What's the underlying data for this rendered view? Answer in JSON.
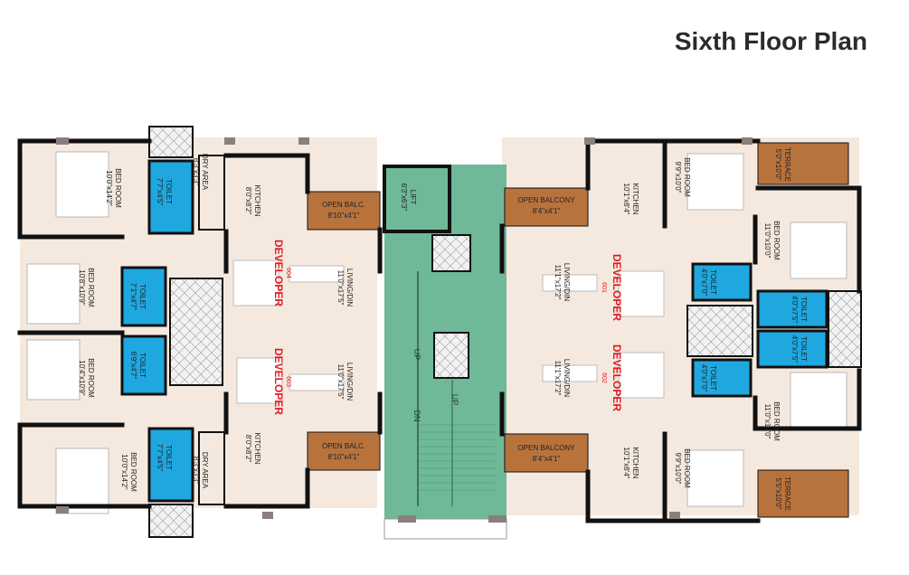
{
  "title": "Sixth Floor Plan",
  "colors": {
    "room_floor": "#f5e9df",
    "toilet": "#1fa8e0",
    "balcony": "#b8733d",
    "stair_core": "#6fb898",
    "wall": "#111111",
    "developer_text": "#e11b22"
  },
  "units": {
    "u604": {
      "developer": "DEVELOPER",
      "no": "604",
      "living": "LIVING/DIN",
      "living_dim": "11'0\"x17'5\""
    },
    "u603": {
      "developer": "DEVELOPER",
      "no": "603",
      "living": "LIVING/DIN",
      "living_dim": "11'0\"x17'5\""
    },
    "u601": {
      "developer": "DEVELOPER",
      "no": "601",
      "living": "LIVING/DIN",
      "living_dim": "11'1\"x17'2\""
    },
    "u602": {
      "developer": "DEVELOPER",
      "no": "602",
      "living": "LIVING/DIN",
      "living_dim": "11'1\"x17'2\""
    }
  },
  "rooms": {
    "bed_tl": {
      "name": "BED ROOM",
      "dim": "10'0\"x14'2\""
    },
    "toilet_tl": {
      "name": "TOILET",
      "dim": "7'7\"x4'5\""
    },
    "dry_tl": {
      "name": "DRY AREA",
      "dim": "8'3\"x3'3\""
    },
    "kitchen_tl": {
      "name": "KITCHEN",
      "dim": "8'0\"x8'2\""
    },
    "balc_tl": {
      "name": "OPEN BALC.",
      "dim": "8'10\"x4'1\""
    },
    "bed_ml": {
      "name": "BED ROOM",
      "dim": "10'8\"x10'9\""
    },
    "toilet_ml": {
      "name": "TOILET",
      "dim": "7'1\"x4'7\""
    },
    "bed_ml2": {
      "name": "BED ROOM",
      "dim": "10'4\"x10'9\""
    },
    "toilet_ml2": {
      "name": "TOILET",
      "dim": "6'9\"x4'7\""
    },
    "bed_bl": {
      "name": "BED ROOM",
      "dim": "10'0\"x14'2\""
    },
    "toilet_bl": {
      "name": "TOILET",
      "dim": "7'7\"x4'5\""
    },
    "dry_bl": {
      "name": "DRY AREA",
      "dim": "8'3\"x3'3\""
    },
    "kitchen_bl": {
      "name": "KITCHEN",
      "dim": "8'0\"x8'2\""
    },
    "balc_bl": {
      "name": "OPEN BALC.",
      "dim": "8'10\"x4'1\""
    },
    "lift": {
      "name": "LIFT",
      "dim": "6'3\"x6'3\""
    },
    "balc_tr": {
      "name": "OPEN BALCONY",
      "dim": "8'4\"x4'1\""
    },
    "kitchen_tr": {
      "name": "KITCHEN",
      "dim": "10'1\"x8'4\""
    },
    "bed_tr": {
      "name": "BED ROOM",
      "dim": "9'9\"x10'0\""
    },
    "terrace_tr": {
      "name": "TERRACE",
      "dim": "5'0\"x10'0\""
    },
    "bed_mr": {
      "name": "BED ROOM",
      "dim": "11'0\"x10'0\""
    },
    "toilet_mr": {
      "name": "TOILET",
      "dim": "4'0\"x7'0\""
    },
    "toilet_mr2": {
      "name": "TOILET",
      "dim": "4'0\"x7'5\""
    },
    "toilet_mr3": {
      "name": "TOILET",
      "dim": "4'0\"x7'5\""
    },
    "toilet_mr4": {
      "name": "TOILET",
      "dim": "4'0\"x7'0\""
    },
    "bed_mr2": {
      "name": "BED ROOM",
      "dim": "11'0\"x10'0\""
    },
    "balc_br": {
      "name": "OPEN BALCONY",
      "dim": "8'4\"x4'1\""
    },
    "kitchen_br": {
      "name": "KITCHEN",
      "dim": "10'1\"x8'4\""
    },
    "bed_br": {
      "name": "BED ROOM",
      "dim": "9'9\"x10'0\""
    },
    "terrace_br": {
      "name": "TERRACE",
      "dim": "5'5\"x10'0\""
    }
  },
  "stairs": {
    "up1": "UP",
    "up2": "UP",
    "dn": "DN"
  }
}
